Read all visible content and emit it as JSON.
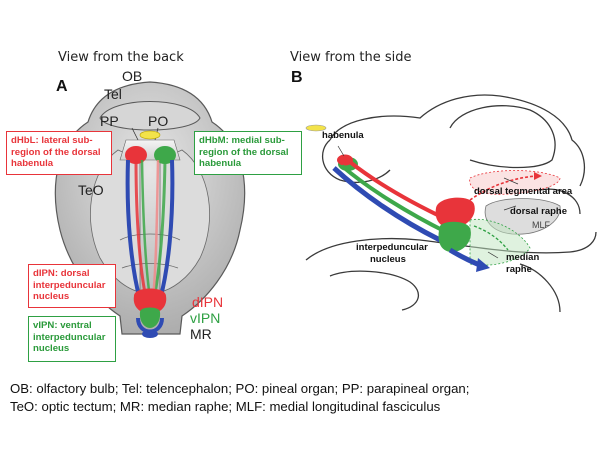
{
  "views": {
    "back_title": "View from the back",
    "side_title": "View from the side"
  },
  "panel_a": {
    "letter": "A",
    "labels": {
      "ob": "OB",
      "tel": "Tel",
      "pp": "PP",
      "po": "PO",
      "teo": "TeO",
      "dipn": "dIPN",
      "vipn": "vIPN",
      "mr": "MR"
    },
    "boxes": {
      "dhbl": "dHbL: lateral sub-region of the dorsal habenula",
      "dhbm": "dHbM: medial sub-region of the dorsal habenula",
      "dipn": "dIPN: dorsal interpeduncular nucleus",
      "vipn": "vIPN: ventral interpeduncular nucleus"
    }
  },
  "panel_b": {
    "letter": "B",
    "labels": {
      "habenula": "habenula",
      "dorsal_tegmental_area": "dorsal tegmental area",
      "dorsal_raphe": "dorsal raphe",
      "mlf": "MLF",
      "ipn_line1": "interpeduncular",
      "ipn_line2": "nucleus",
      "median_line1": "median",
      "median_line2": "raphe"
    }
  },
  "caption": {
    "line1": "OB: olfactory bulb; Tel: telencephalon; PO: pineal organ; PP: parapineal organ;",
    "line2": "TeO: optic tectum; MR: median raphe; MLF: medial longitudinal fasciculus"
  },
  "colors": {
    "red": "#e8343a",
    "green": "#2ea043",
    "blue": "#2f4bb3",
    "yellow": "#f3e34a",
    "brain_gray": "#bdbdbd"
  }
}
